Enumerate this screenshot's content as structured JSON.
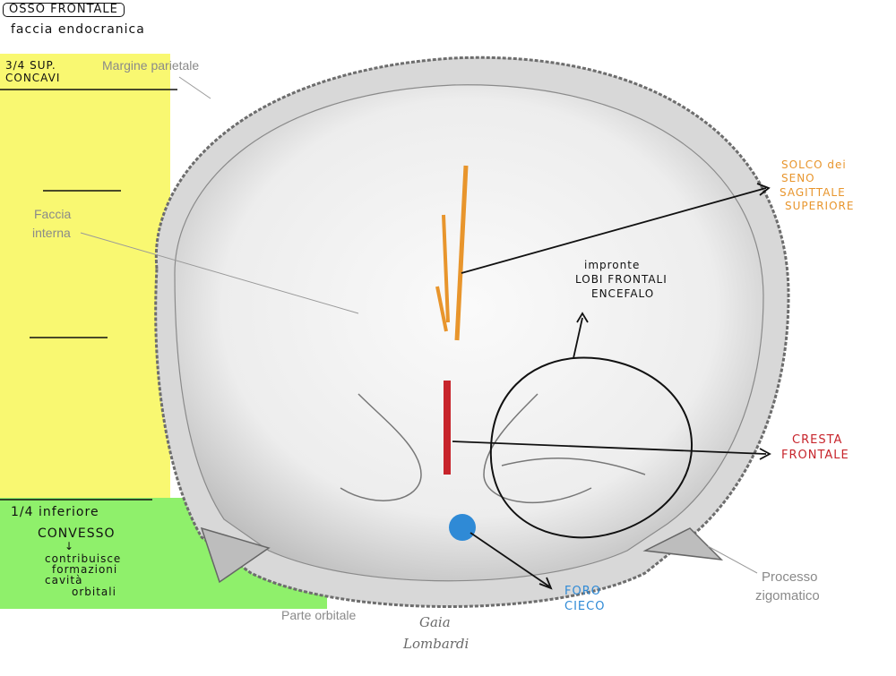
{
  "title": "OSSO FRONTALE",
  "subtitle": "faccia endocranica",
  "colors": {
    "highlight_yellow": "#f9f871",
    "highlight_green": "#8ff06b",
    "orange": "#e8952c",
    "red": "#c7242b",
    "blue": "#2f8ad6",
    "print_gray": "#8a8a8a"
  },
  "printed_labels": {
    "margine_parietale": "Margine parietale",
    "faccia_interna_1": "Faccia",
    "faccia_interna_2": "interna",
    "processo_zigomatico_1": "Processo",
    "processo_zigomatico_2": "zigomatico",
    "parte_orbitale": "Parte orbitale"
  },
  "notes": {
    "sup_line1": "3/4 SUP.",
    "sup_line2": "CONCAVI",
    "inf_line1": "1/4 inferiore",
    "inf_line2": "CONVESSO",
    "inf_arrow": "↓",
    "inf_line3": "contribuisce",
    "inf_line4": "formazioni",
    "inf_line5": "cavità",
    "inf_line6": "orbitali"
  },
  "annotations": {
    "solco": [
      "SOLCO dei",
      "SENO",
      "SAGITTALE",
      "SUPERIORE"
    ],
    "impronte": [
      "impronte",
      "LOBI FRONTALI",
      "ENCEFALO"
    ],
    "cresta": [
      "CRESTA",
      "FRONTALE"
    ],
    "foro": [
      "FORO",
      "CIECO"
    ]
  },
  "signature": [
    "Gaia",
    "Lombardi"
  ]
}
